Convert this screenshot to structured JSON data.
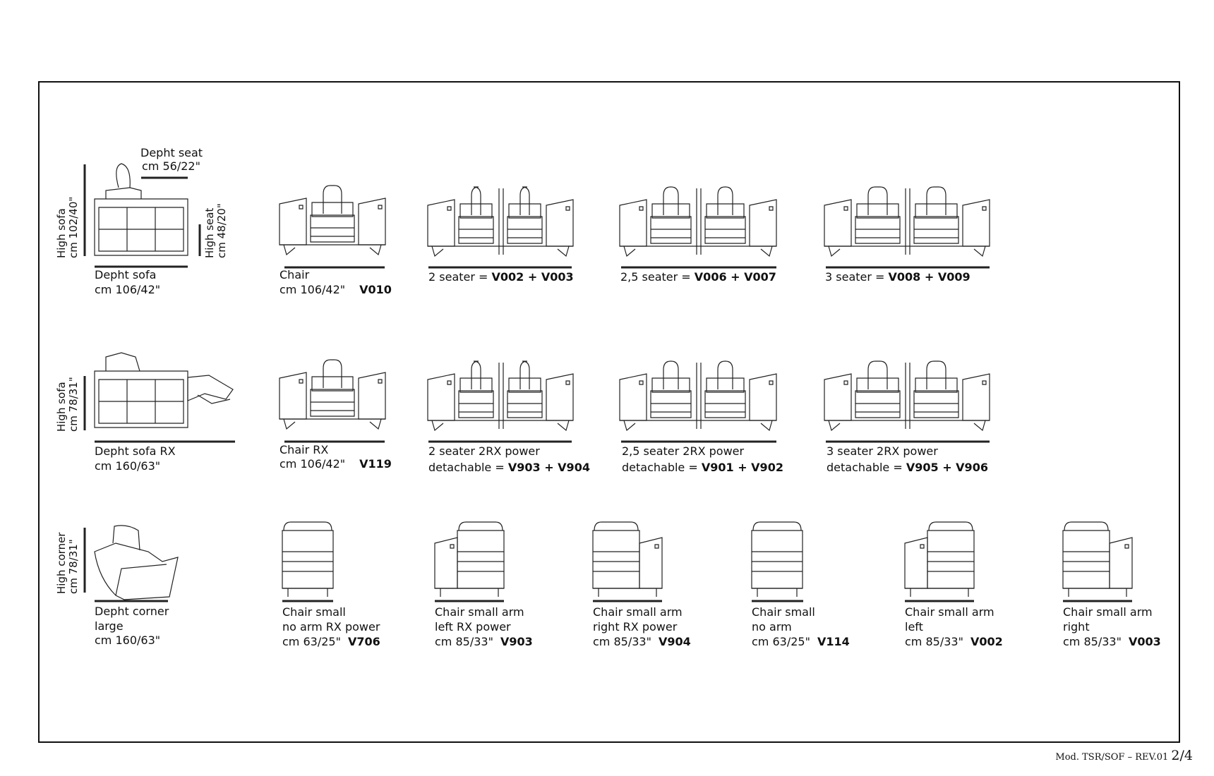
{
  "dims": {
    "row1": {
      "depth_seat_label": "Depht seat",
      "depth_seat_value": "cm 56/22\"",
      "high_sofa": [
        "High sofa",
        "cm 102/40\""
      ],
      "high_seat": [
        "High seat",
        "cm 48/20\""
      ],
      "depth_sofa_label": "Depht sofa",
      "depth_sofa_value": "cm 106/42\""
    },
    "row2": {
      "high_sofa": [
        "High sofa",
        "cm 78/31\""
      ],
      "depth_sofa_label": "Depht sofa RX",
      "depth_sofa_value": "cm 160/63\""
    },
    "row3": {
      "high_corner": [
        "High corner",
        "cm 78/31\""
      ],
      "depth_corner_label": "Depht corner",
      "depth_corner_line2": "large",
      "depth_corner_value": "cm 160/63\""
    }
  },
  "row1": [
    {
      "l1": "Chair",
      "l2": "cm 106/42\"",
      "code": "V010"
    },
    {
      "l1": "2 seater = ",
      "code": "V002 + V003"
    },
    {
      "l1": "2,5 seater = ",
      "code": "V006 + V007"
    },
    {
      "l1": "3 seater = ",
      "code": "V008 + V009"
    }
  ],
  "row2": [
    {
      "l1": "Chair RX",
      "l2": "cm 106/42\"",
      "code": "V119"
    },
    {
      "l1": "2 seater 2RX power",
      "l2": "detachable = ",
      "code": "V903 + V904"
    },
    {
      "l1": "2,5 seater 2RX power",
      "l2": "detachable = ",
      "code": "V901 + V902"
    },
    {
      "l1": "3 seater 2RX power",
      "l2": "detachable = ",
      "code": "V905 + V906"
    }
  ],
  "row3": [
    {
      "l1": "Chair small",
      "l2": "no arm RX power",
      "l3": "cm 63/25\"",
      "code": "V706"
    },
    {
      "l1": "Chair small arm",
      "l2": "left RX power",
      "l3": "cm 85/33\"",
      "code": "V903"
    },
    {
      "l1": "Chair small arm",
      "l2": "right RX power",
      "l3": "cm 85/33\"",
      "code": "V904"
    },
    {
      "l1": "Chair small",
      "l2": "no arm",
      "l3": "cm 63/25\"",
      "code": "V114"
    },
    {
      "l1": "Chair small arm",
      "l2": "left",
      "l3": "cm 85/33\"",
      "code": "V002"
    },
    {
      "l1": "Chair small arm",
      "l2": "right",
      "l3": "cm 85/33\"",
      "code": "V003"
    }
  ],
  "footer": {
    "model": "Mod. TSR/SOF – REV.01",
    "page": "2/4"
  }
}
